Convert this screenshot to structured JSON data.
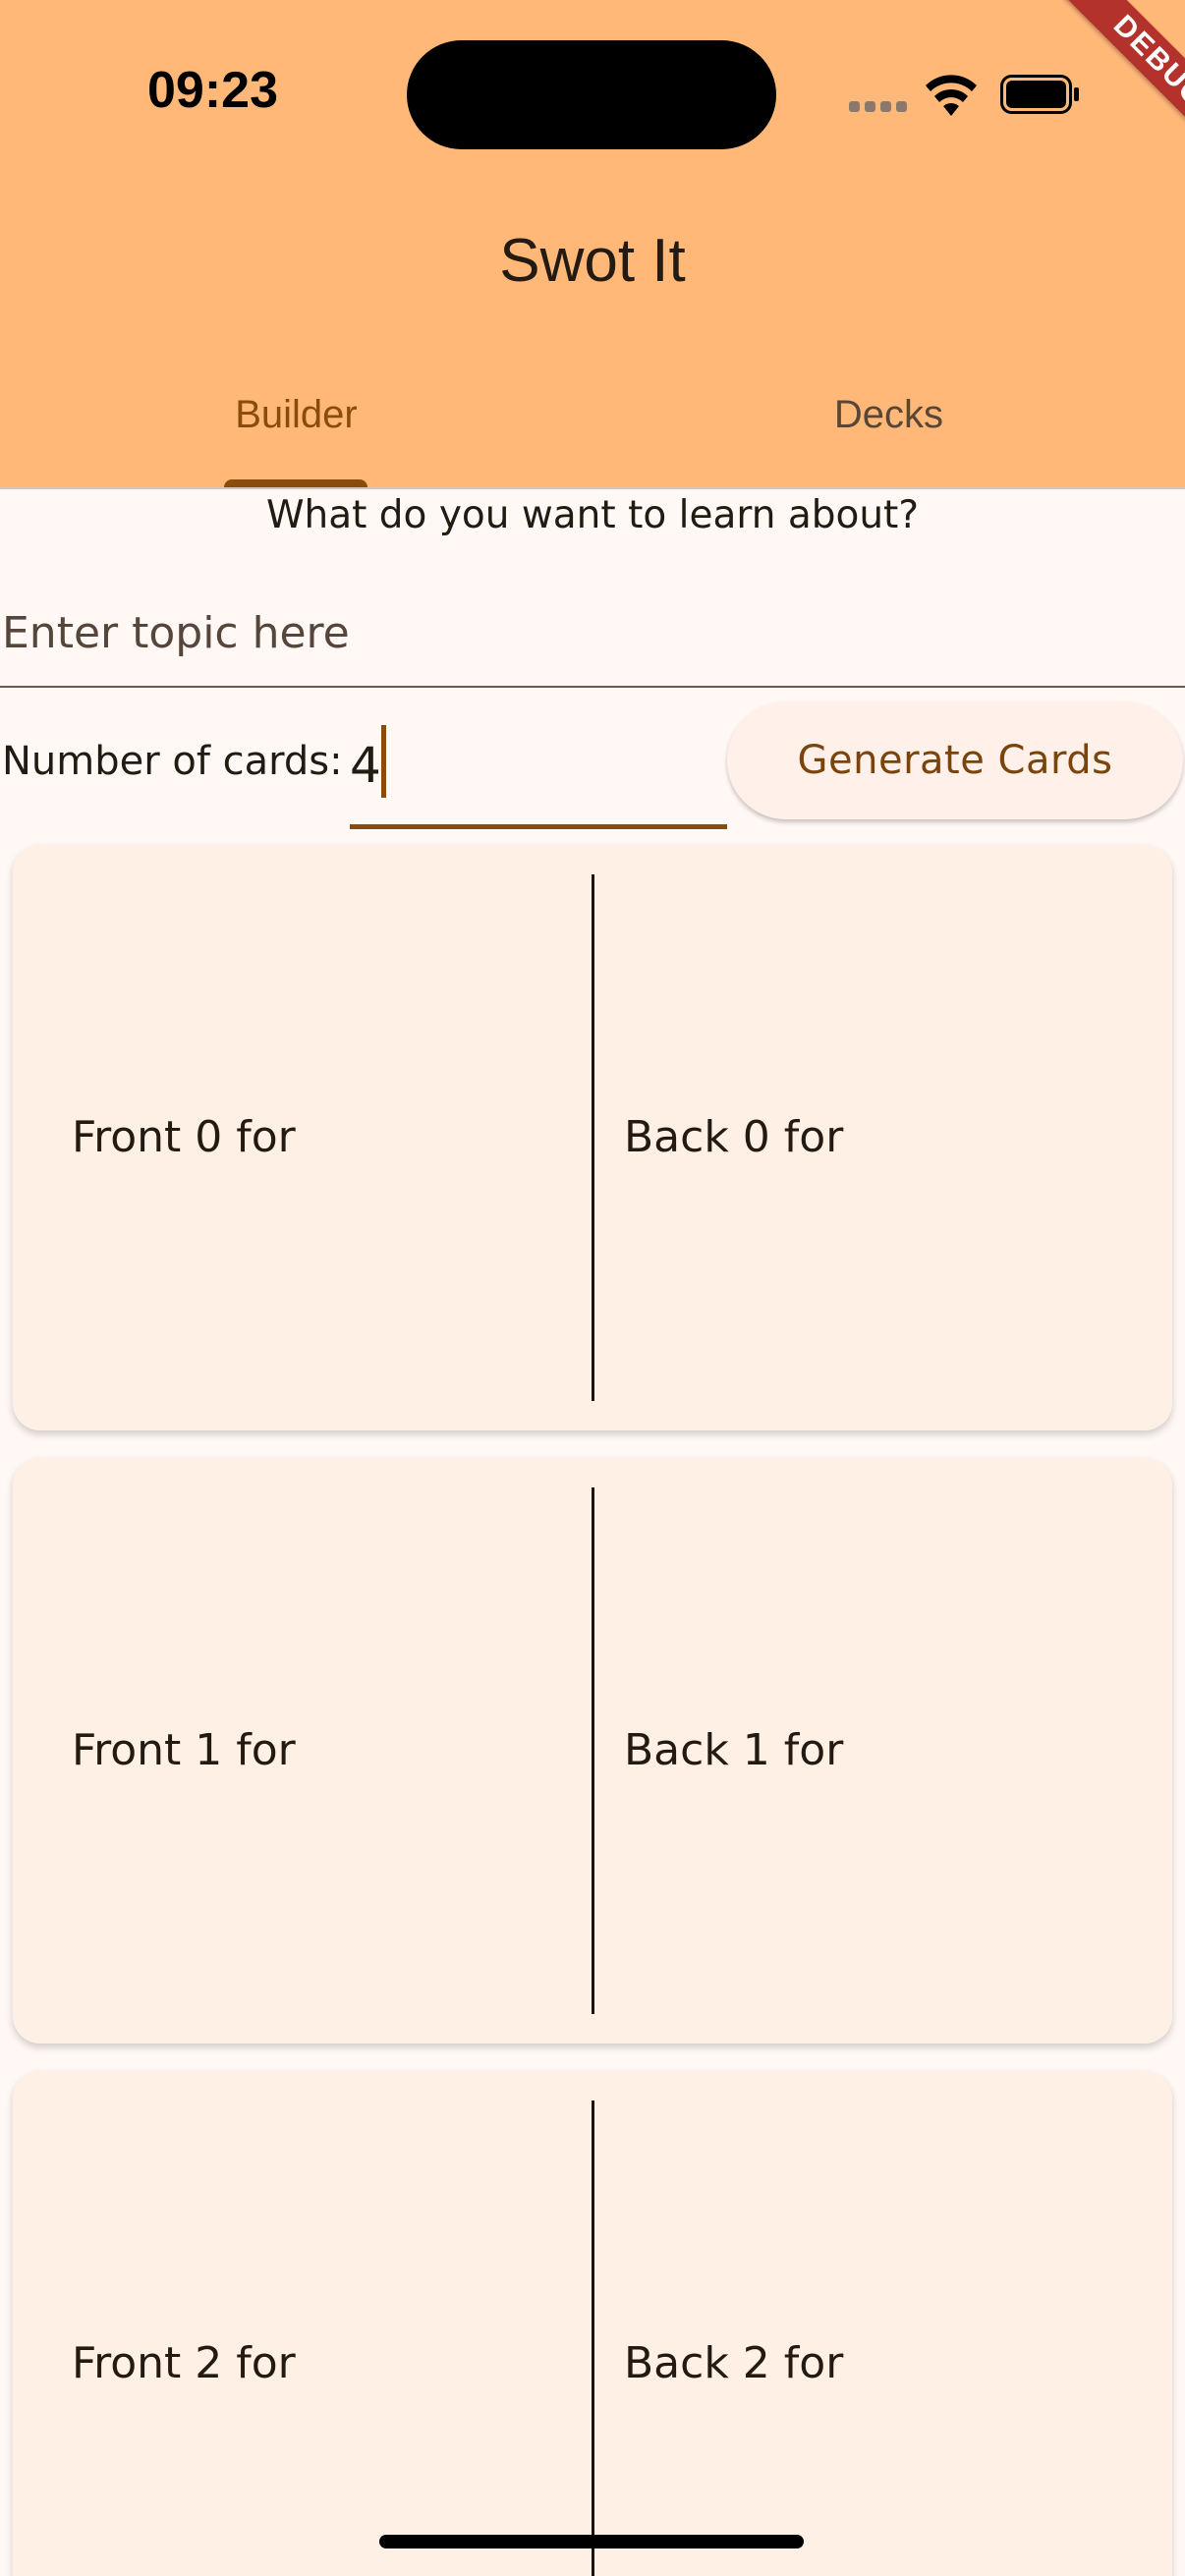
{
  "status_bar": {
    "time": "09:23"
  },
  "debug_banner": "DEBUG",
  "app_bar": {
    "title": "Swot It"
  },
  "tabs": [
    {
      "label": "Builder",
      "selected": true
    },
    {
      "label": "Decks",
      "selected": false
    }
  ],
  "builder": {
    "prompt": "What do you want to learn about?",
    "topic_placeholder": "Enter topic here",
    "topic_value": "",
    "count_label": "Number of cards:",
    "count_value": "4",
    "generate_label": "Generate Cards"
  },
  "cards": [
    {
      "front": "Front 0 for",
      "back": "Back 0 for"
    },
    {
      "front": "Front 1 for",
      "back": "Back 1 for"
    },
    {
      "front": "Front 2 for",
      "back": "Back 2 for"
    }
  ],
  "colors": {
    "app_bar": "#ffb877",
    "accent": "#8a4c0c",
    "background": "#fff8f5",
    "card": "#fff0e6",
    "debug": "#b3322c"
  }
}
